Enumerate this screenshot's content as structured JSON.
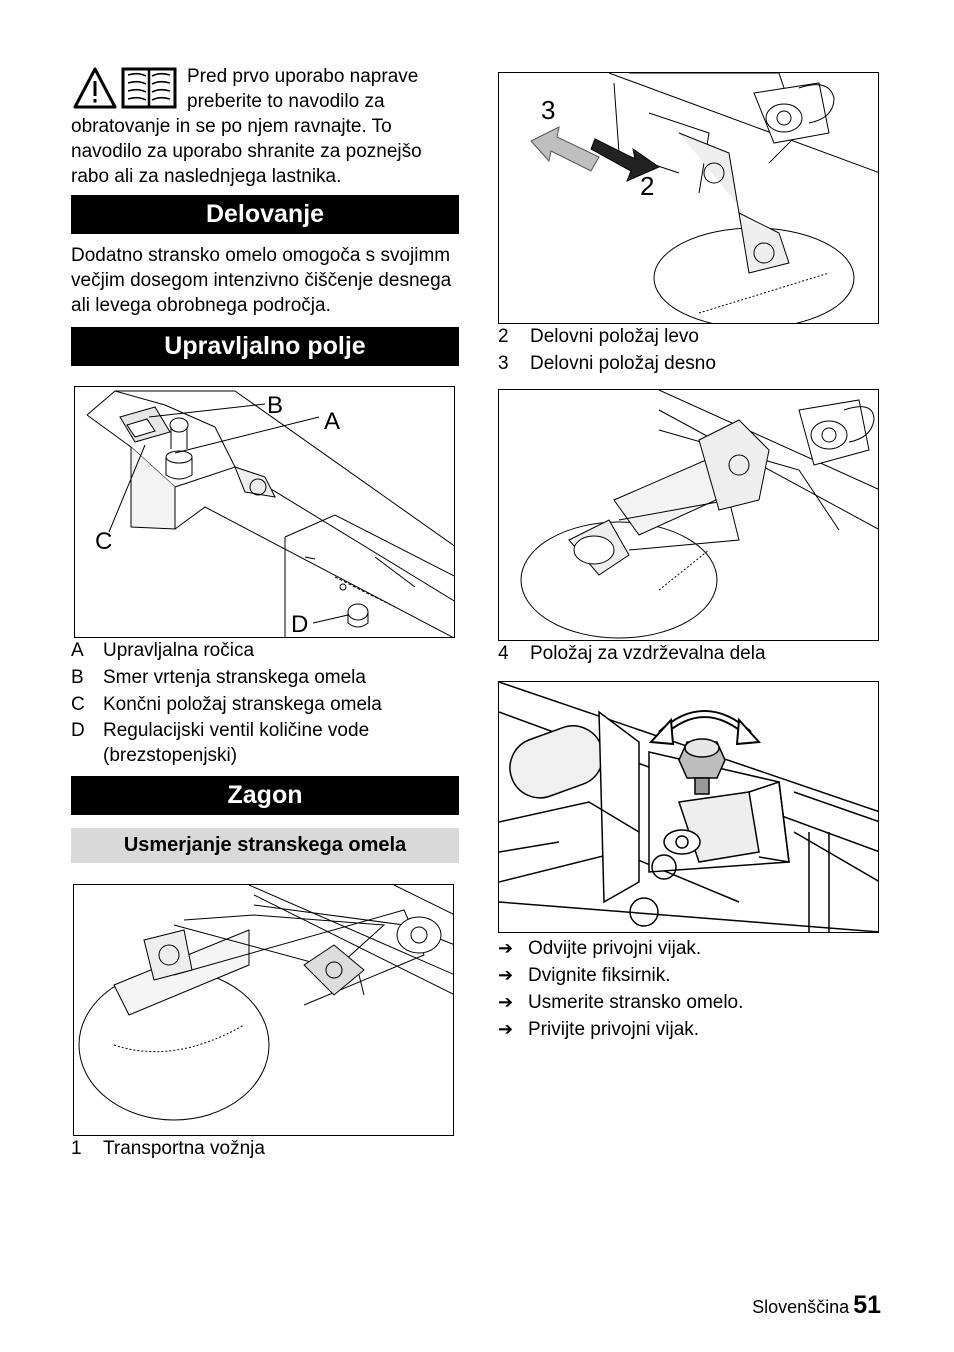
{
  "warning": {
    "text_line1": "Pred prvo uporabo naprave preberite to navodilo za",
    "text_rest": "obratovanje in se po njem ravnajte. To navodilo za uporabo shranite za poznejšo rabo ali za naslednjega lastnika.",
    "icons": [
      "warning-triangle-icon",
      "manual-book-icon"
    ]
  },
  "delovanje": {
    "heading": "Delovanje",
    "text": "Dodatno stransko omelo omogoča s svojimm večjim dosegom intenzivno čiščenje desnega ali levega obrobnega področja."
  },
  "upravljalno": {
    "heading": "Upravljalno polje",
    "figure_labels": {
      "a": "A",
      "b": "B",
      "c": "C",
      "d": "D"
    },
    "legend": [
      {
        "key": "A",
        "text": "Upravljalna ročica"
      },
      {
        "key": "B",
        "text": "Smer vrtenja stranskega omela"
      },
      {
        "key": "C",
        "text": "Končni položaj stranskega omela"
      },
      {
        "key": "D",
        "text": "Regulacijski ventil količine vode (brezstopenjski)"
      }
    ]
  },
  "zagon": {
    "heading": "Zagon",
    "subheading": "Usmerjanje stranskega omela",
    "figure1_legend": {
      "key": "1",
      "text": "Transportna vožnja"
    }
  },
  "right": {
    "figure_labels": {
      "three": "3",
      "two": "2"
    },
    "legend_top": [
      {
        "key": "2",
        "text": "Delovni položaj levo"
      },
      {
        "key": "3",
        "text": "Delovni položaj desno"
      }
    ],
    "legend_mid": {
      "key": "4",
      "text": "Položaj za vzdrževalna dela"
    },
    "steps": [
      "Odvijte privojni vijak.",
      "Dvignite fiksirnik.",
      "Usmerite stransko omelo.",
      "Privijte privojni vijak."
    ],
    "step_arrow": "➔"
  },
  "footer": {
    "language": "Slovenščina",
    "page": "51"
  }
}
